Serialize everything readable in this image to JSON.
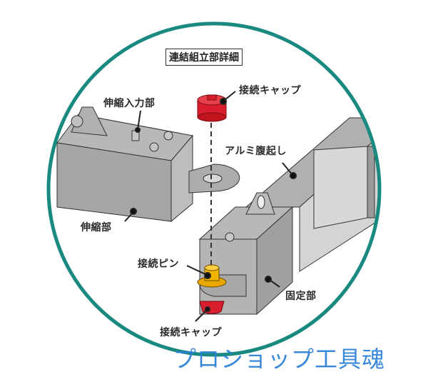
{
  "diagram": {
    "title": "連結組立部詳細",
    "labels": {
      "cap_top": "接続キャップ",
      "telescoping_input": "伸縮入力部",
      "aluminum_waler": "アルミ腹起し",
      "telescoping_part": "伸縮部",
      "connecting_pin": "接続ピン",
      "fixed_part": "固定部",
      "cap_bottom": "接続キャップ"
    },
    "colors": {
      "circle": "#1a8a80",
      "metal_gray": "#a8a8a8",
      "metal_light": "#c8c8c8",
      "cap_red": "#d81e2c",
      "pin_gold": "#f0b400",
      "watermark_blue": "#2a7fd6"
    }
  },
  "watermark": "プロショップ工具魂"
}
